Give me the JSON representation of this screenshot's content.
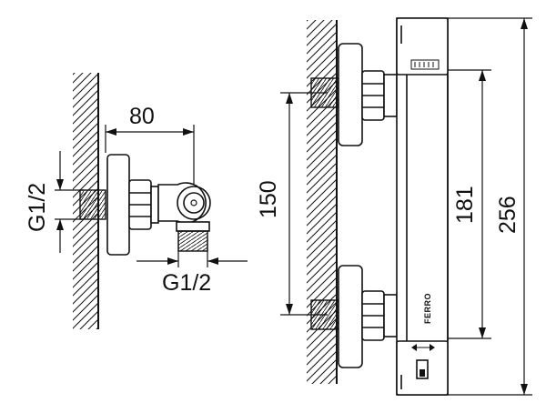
{
  "side_view": {
    "depth_dimension": "80",
    "wall_inlet_thread": "G1/2",
    "bottom_outlet_thread": "G1/2"
  },
  "front_view": {
    "inlet_spacing": "150",
    "body_height": "181",
    "overall_height": "256",
    "brand": "FERRO"
  },
  "colors": {
    "line": "#111111",
    "background": "#ffffff"
  }
}
